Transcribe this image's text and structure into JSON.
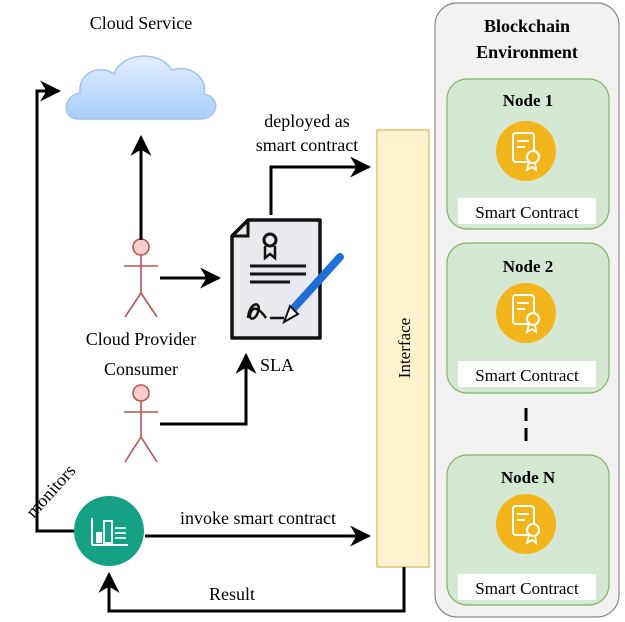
{
  "cloud_service": {
    "label": "Cloud Service"
  },
  "actors": {
    "provider_label": "Cloud Provider",
    "consumer_label": "Consumer"
  },
  "sla": {
    "label": "SLA"
  },
  "deploy": {
    "line1": "deployed as",
    "line2": "smart contract"
  },
  "interface": {
    "label": "Interface"
  },
  "blockchain": {
    "title_line1": "Blockchain",
    "title_line2": "Environment",
    "nodes": [
      {
        "name": "Node 1",
        "contract": "Smart Contract"
      },
      {
        "name": "Node 2",
        "contract": "Smart Contract"
      },
      {
        "name": "Node N",
        "contract": "Smart Contract"
      }
    ]
  },
  "flows": {
    "monitors": "monitors",
    "invoke": "invoke smart contract",
    "result": "Result"
  },
  "colors": {
    "cloud": "#cfe3fb",
    "actor_fill": "#f8cecc",
    "actor_stroke": "#b85450",
    "interface_fill": "#fff2cc",
    "interface_stroke": "#d6b656",
    "blockchain_fill": "#f2f2f2",
    "node_fill": "#d5e8d4",
    "node_stroke": "#82b366",
    "contract_icon": "#f2b51b",
    "monitor_icon": "#16a085"
  },
  "icons": {
    "cloud": "cloud-icon",
    "actor": "person-icon",
    "sla": "document-certificate-icon",
    "contract": "certificate-icon",
    "monitor": "monitor-chart-icon"
  }
}
